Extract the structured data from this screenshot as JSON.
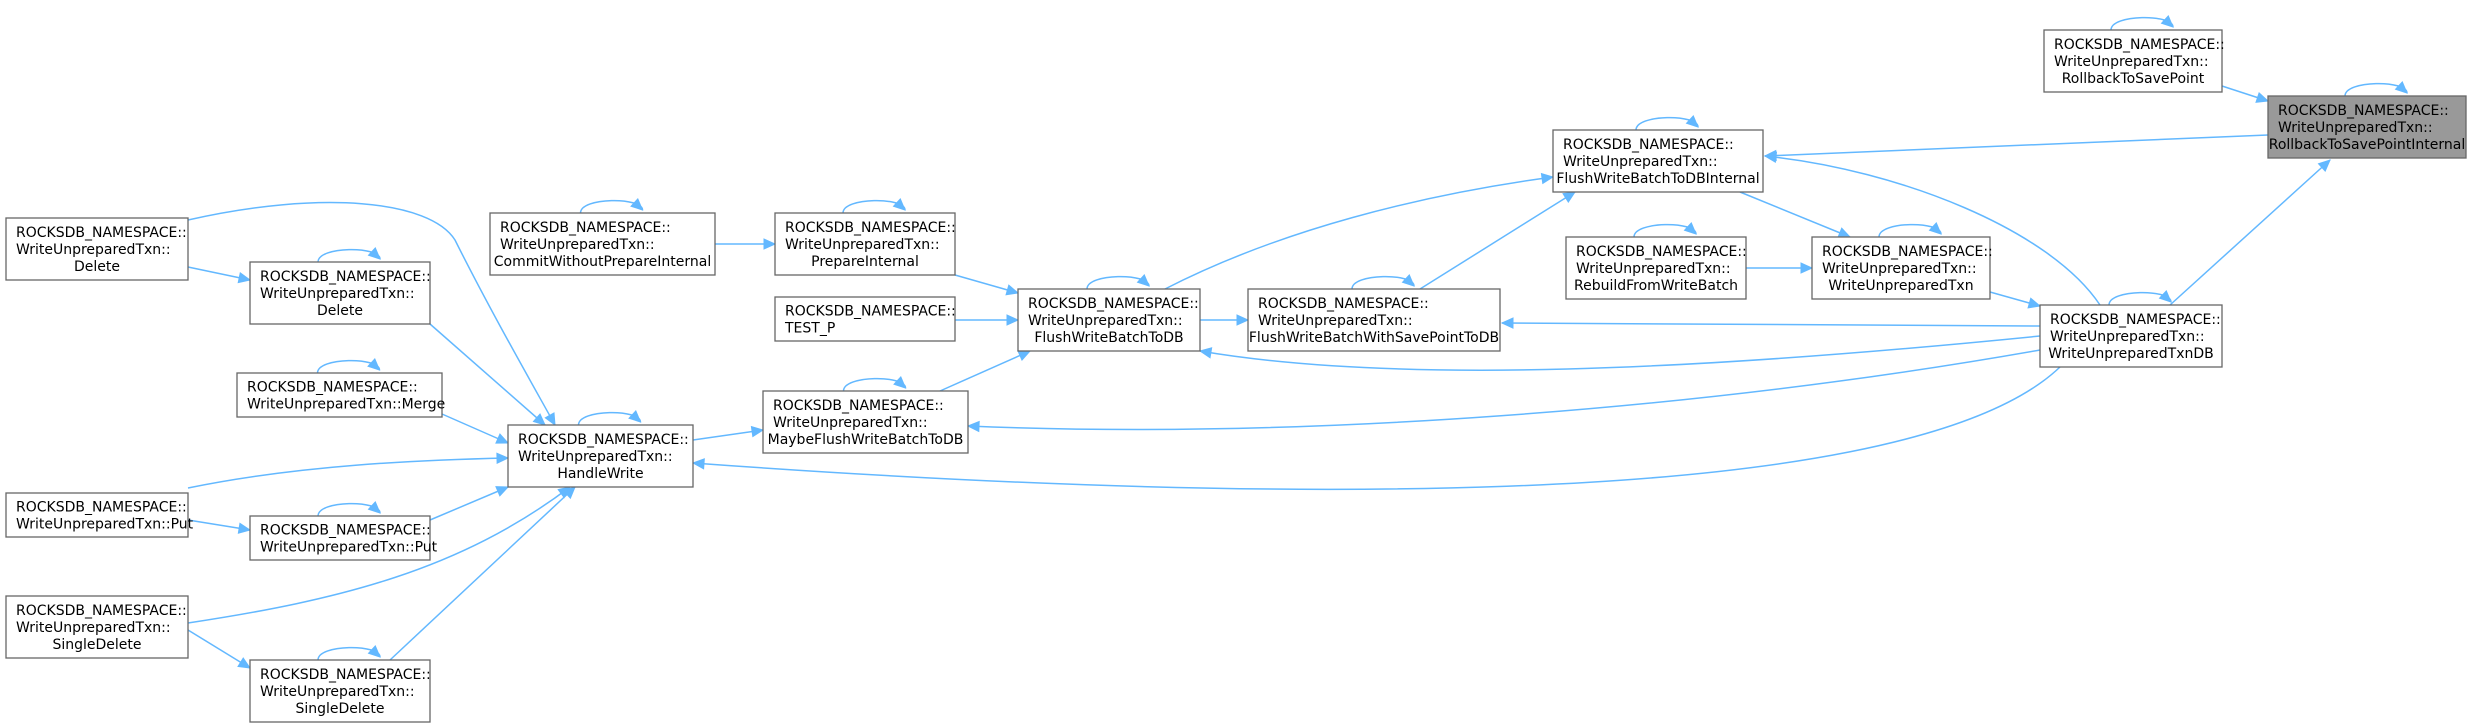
{
  "colors": {
    "edge": "#63b8ff",
    "node_border": "#666666",
    "current_node_fill": "#999999",
    "node_fill": "#ffffff"
  },
  "nodes": [
    {
      "id": "rollback_internal",
      "lines": [
        "ROCKSDB_NAMESPACE::",
        "WriteUnpreparedTxn::",
        "RollbackToSavePointInternal"
      ],
      "current": true
    },
    {
      "id": "rollback",
      "lines": [
        "ROCKSDB_NAMESPACE::",
        "WriteUnpreparedTxn::",
        "RollbackToSavePoint"
      ]
    },
    {
      "id": "flush_internal",
      "lines": [
        "ROCKSDB_NAMESPACE::",
        "WriteUnpreparedTxn::",
        "FlushWriteBatchToDBInternal"
      ]
    },
    {
      "id": "rebuild",
      "lines": [
        "ROCKSDB_NAMESPACE::",
        "WriteUnpreparedTxn::",
        "RebuildFromWriteBatch"
      ]
    },
    {
      "id": "wut_ctor",
      "lines": [
        "ROCKSDB_NAMESPACE::",
        "WriteUnpreparedTxn::",
        "WriteUnpreparedTxn"
      ]
    },
    {
      "id": "wutdb",
      "lines": [
        "ROCKSDB_NAMESPACE::",
        "WriteUnpreparedTxn::",
        "WriteUnpreparedTxnDB"
      ]
    },
    {
      "id": "flush_savepoint",
      "lines": [
        "ROCKSDB_NAMESPACE::",
        "WriteUnpreparedTxn::",
        "FlushWriteBatchWithSavePointToDB"
      ]
    },
    {
      "id": "flush_to_db",
      "lines": [
        "ROCKSDB_NAMESPACE::",
        "WriteUnpreparedTxn::",
        "FlushWriteBatchToDB"
      ]
    },
    {
      "id": "test_p",
      "lines": [
        "ROCKSDB_NAMESPACE::",
        "TEST_P"
      ]
    },
    {
      "id": "prepare_internal",
      "lines": [
        "ROCKSDB_NAMESPACE::",
        "WriteUnpreparedTxn::",
        "PrepareInternal"
      ]
    },
    {
      "id": "maybe_flush",
      "lines": [
        "ROCKSDB_NAMESPACE::",
        "WriteUnpreparedTxn::",
        "MaybeFlushWriteBatchToDB"
      ]
    },
    {
      "id": "commit_wo_prepare",
      "lines": [
        "ROCKSDB_NAMESPACE::",
        "WriteUnpreparedTxn::",
        "CommitWithoutPrepareInternal"
      ]
    },
    {
      "id": "handle_write",
      "lines": [
        "ROCKSDB_NAMESPACE::",
        "WriteUnpreparedTxn::",
        "HandleWrite"
      ]
    },
    {
      "id": "delete_outer",
      "lines": [
        "ROCKSDB_NAMESPACE::",
        "WriteUnpreparedTxn::",
        "Delete"
      ]
    },
    {
      "id": "delete_inner",
      "lines": [
        "ROCKSDB_NAMESPACE::",
        "WriteUnpreparedTxn::",
        "Delete"
      ]
    },
    {
      "id": "merge",
      "lines": [
        "ROCKSDB_NAMESPACE::",
        "WriteUnpreparedTxn::Merge"
      ]
    },
    {
      "id": "put_outer",
      "lines": [
        "ROCKSDB_NAMESPACE::",
        "WriteUnpreparedTxn::Put"
      ]
    },
    {
      "id": "put_inner",
      "lines": [
        "ROCKSDB_NAMESPACE::",
        "WriteUnpreparedTxn::Put"
      ]
    },
    {
      "id": "single_delete_outer",
      "lines": [
        "ROCKSDB_NAMESPACE::",
        "WriteUnpreparedTxn::",
        "SingleDelete"
      ]
    },
    {
      "id": "single_delete_inner",
      "lines": [
        "ROCKSDB_NAMESPACE::",
        "WriteUnpreparedTxn::",
        "SingleDelete"
      ]
    }
  ],
  "edges": [
    {
      "from": "rollback",
      "to": "rollback_internal"
    },
    {
      "from": "flush_internal",
      "to": "rollback_internal"
    },
    {
      "from": "wutdb",
      "to": "rollback_internal"
    },
    {
      "from": "rollback_internal",
      "to": "rollback_internal"
    },
    {
      "from": "rollback",
      "to": "rollback"
    },
    {
      "from": "flush_internal",
      "to": "flush_internal"
    },
    {
      "from": "flush_to_db",
      "to": "flush_internal"
    },
    {
      "from": "flush_savepoint",
      "to": "flush_internal"
    },
    {
      "from": "wutdb",
      "to": "flush_internal"
    },
    {
      "from": "flush_internal",
      "to": "wut_ctor"
    },
    {
      "from": "rebuild",
      "to": "rebuild"
    },
    {
      "from": "rebuild",
      "to": "wut_ctor"
    },
    {
      "from": "wut_ctor",
      "to": "wut_ctor"
    },
    {
      "from": "wut_ctor",
      "to": "wutdb"
    },
    {
      "from": "wutdb",
      "to": "wutdb"
    },
    {
      "from": "wutdb",
      "to": "flush_savepoint"
    },
    {
      "from": "flush_savepoint",
      "to": "flush_savepoint"
    },
    {
      "from": "flush_to_db",
      "to": "flush_savepoint"
    },
    {
      "from": "wutdb",
      "to": "flush_to_db"
    },
    {
      "from": "flush_to_db",
      "to": "flush_to_db"
    },
    {
      "from": "prepare_internal",
      "to": "flush_to_db"
    },
    {
      "from": "test_p",
      "to": "flush_to_db"
    },
    {
      "from": "maybe_flush",
      "to": "flush_to_db"
    },
    {
      "from": "prepare_internal",
      "to": "prepare_internal"
    },
    {
      "from": "commit_wo_prepare",
      "to": "prepare_internal"
    },
    {
      "from": "commit_wo_prepare",
      "to": "commit_wo_prepare"
    },
    {
      "from": "maybe_flush",
      "to": "maybe_flush"
    },
    {
      "from": "wutdb",
      "to": "maybe_flush"
    },
    {
      "from": "handle_write",
      "to": "maybe_flush"
    },
    {
      "from": "handle_write",
      "to": "handle_write"
    },
    {
      "from": "wutdb",
      "to": "handle_write"
    },
    {
      "from": "delete_outer",
      "to": "handle_write"
    },
    {
      "from": "delete_outer",
      "to": "delete_inner"
    },
    {
      "from": "delete_inner",
      "to": "delete_inner"
    },
    {
      "from": "delete_inner",
      "to": "handle_write"
    },
    {
      "from": "merge",
      "to": "merge"
    },
    {
      "from": "merge",
      "to": "handle_write"
    },
    {
      "from": "put_outer",
      "to": "handle_write"
    },
    {
      "from": "put_outer",
      "to": "put_inner"
    },
    {
      "from": "put_inner",
      "to": "put_inner"
    },
    {
      "from": "put_inner",
      "to": "handle_write"
    },
    {
      "from": "single_delete_outer",
      "to": "handle_write"
    },
    {
      "from": "single_delete_outer",
      "to": "single_delete_inner"
    },
    {
      "from": "single_delete_inner",
      "to": "single_delete_inner"
    },
    {
      "from": "single_delete_inner",
      "to": "handle_write"
    }
  ]
}
